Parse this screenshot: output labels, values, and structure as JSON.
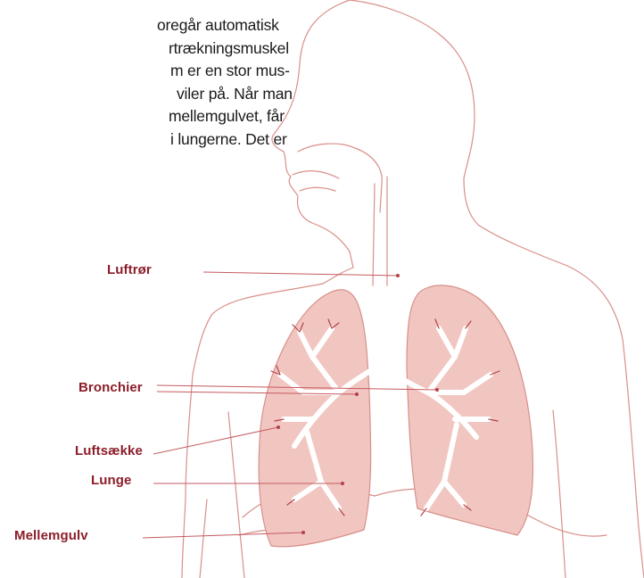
{
  "paragraph_lines": [
    "oregår automatisk",
    "rtrækningsmuskel",
    "m er en stor mus-",
    "viler på. Når man",
    "mellemgulvet, får",
    "i lungerne. Det er"
  ],
  "labels": {
    "trachea": "Luftrør",
    "bronchi": "Bronchier",
    "air_sacs": "Luftsække",
    "lung": "Lunge",
    "diaphragm": "Mellemgulv"
  },
  "colors": {
    "label": "#8c1d2a",
    "outline": "#d88f8a",
    "lung_fill": "#f1c6c1",
    "text": "#1a1a1a"
  }
}
